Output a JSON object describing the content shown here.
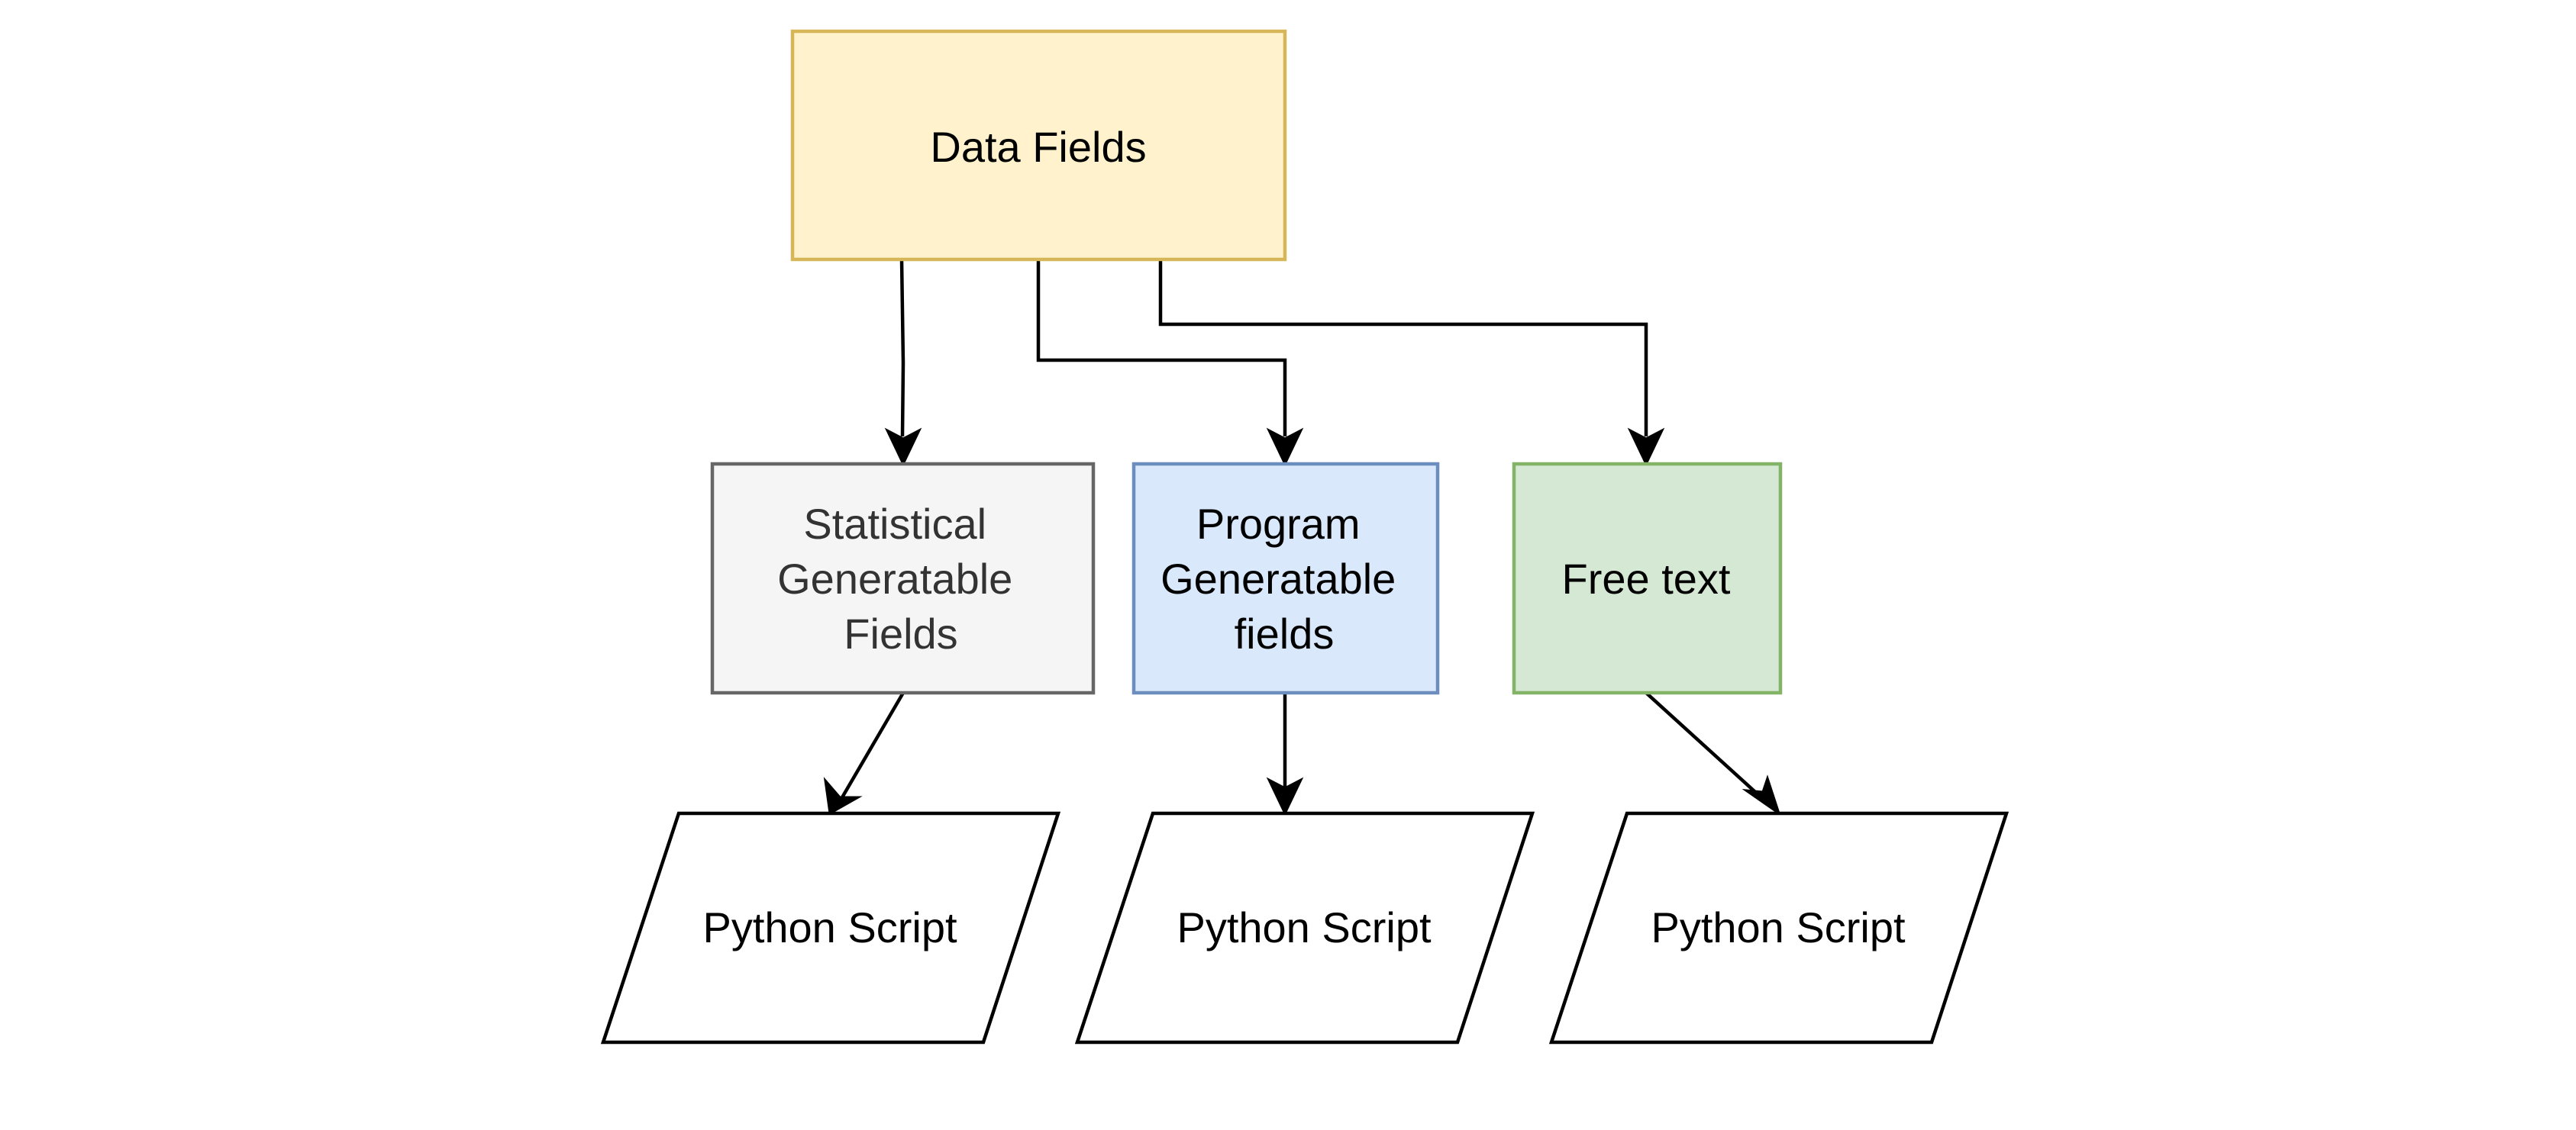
{
  "nodes": {
    "data_fields": {
      "label": "Data Fields",
      "fill": "#fff2cc",
      "stroke": "#d6b656",
      "text_color": "#000000"
    },
    "statistical": {
      "lines": [
        "Statistical",
        "Generatable",
        "Fields"
      ],
      "fill": "#f5f5f5",
      "stroke": "#666666",
      "text_color": "#333333"
    },
    "program": {
      "lines": [
        "Program",
        "Generatable",
        "fields"
      ],
      "fill": "#dae8fc",
      "stroke": "#6c8ebf",
      "text_color": "#000000"
    },
    "free_text": {
      "label": "Free text",
      "fill": "#d5e8d4",
      "stroke": "#82b366",
      "text_color": "#000000"
    },
    "scripts": [
      {
        "label": "Python Script"
      },
      {
        "label": "Python Script"
      },
      {
        "label": "Python Script"
      }
    ]
  },
  "edges": [
    {
      "from": "Data Fields",
      "to": "Statistical Generatable Fields"
    },
    {
      "from": "Data Fields",
      "to": "Program Generatable fields"
    },
    {
      "from": "Data Fields",
      "to": "Free text"
    },
    {
      "from": "Statistical Generatable Fields",
      "to": "Python Script"
    },
    {
      "from": "Program Generatable fields",
      "to": "Python Script"
    },
    {
      "from": "Free text",
      "to": "Python Script"
    }
  ],
  "colors": {
    "edge": "#000000",
    "script_fill": "#ffffff",
    "script_stroke": "#000000"
  }
}
